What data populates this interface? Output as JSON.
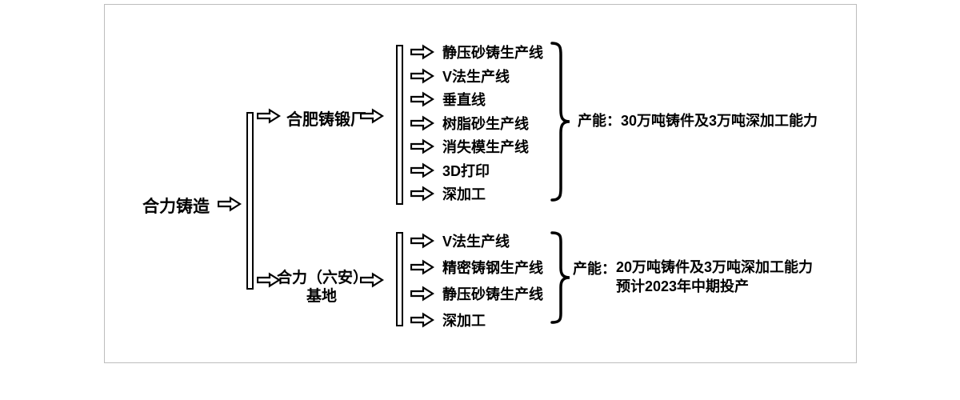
{
  "colors": {
    "ink": "#000000",
    "background": "#ffffff",
    "frame_border": "#bdbdbd"
  },
  "diagram": {
    "root_label": "合力铸造",
    "branches": [
      {
        "label": "合肥铸锻厂",
        "items": [
          "静压砂铸生产线",
          "V法生产线",
          "垂直线",
          "树脂砂生产线",
          "消失模生产线",
          "3D打印",
          "深加工"
        ],
        "capacity": "产能：30万吨铸件及3万吨深加工能力"
      },
      {
        "label_line1": "合力（六安）",
        "label_line2": "基地",
        "items": [
          "V法生产线",
          "精密铸钢生产线",
          "静压砂铸生产线",
          "深加工"
        ],
        "capacity_label": "产能：",
        "capacity_line1": "20万吨铸件及3万吨深加工能力",
        "capacity_line2": "预计2023年中期投产"
      }
    ]
  }
}
